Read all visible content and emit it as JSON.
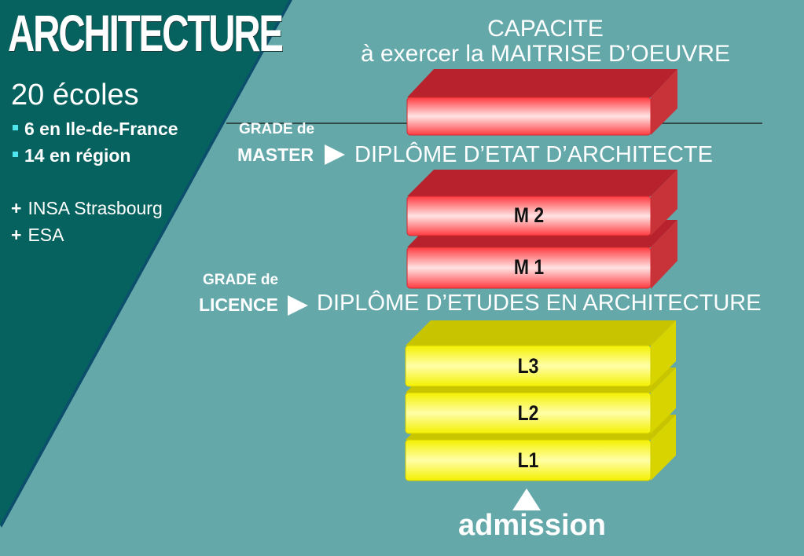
{
  "sidebar": {
    "title": "ARCHITECTURE",
    "schools_count": "20 écoles",
    "bullets": [
      "6 en Ile-de-France",
      "14 en région"
    ],
    "extras": [
      "INSA Strasbourg",
      "ESA"
    ],
    "plus_symbol": "+"
  },
  "top": {
    "line1": "CAPACITE",
    "line2": "à exercer la MAITRISE D’OEUVRE"
  },
  "master": {
    "grade_label": "GRADE de",
    "grade_name": "MASTER",
    "diploma": "DIPLÔME D’ETAT D’ARCHITECTE"
  },
  "licence": {
    "grade_label": "GRADE de",
    "grade_name": "LICENCE",
    "diploma": "DIPLÔME D’ETUDES EN ARCHITECTURE"
  },
  "blocks": {
    "m2": "M 2",
    "m1": "M 1",
    "l3": "L3",
    "l2": "L2",
    "l1": "L1"
  },
  "admission": "admission",
  "colors": {
    "background": "#64a8aa",
    "sidebar": "#06625e",
    "master_blocks": "#ff5a5a",
    "licence_blocks": "#ffff33"
  }
}
